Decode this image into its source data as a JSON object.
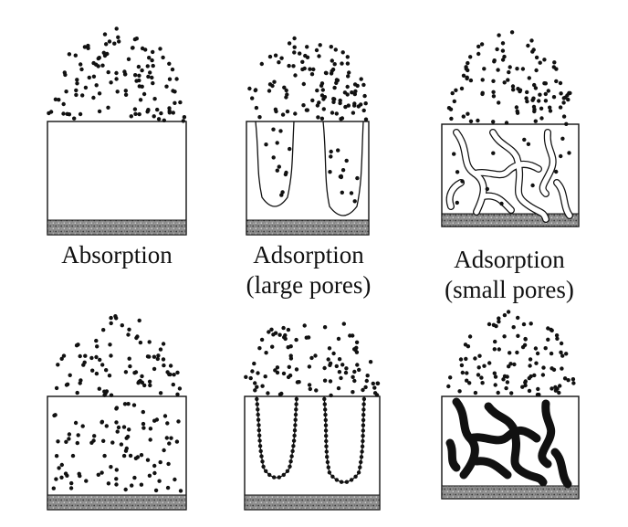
{
  "figure": {
    "panels": [
      {
        "id": "absorption",
        "caption_lines": [
          "Absorption"
        ]
      },
      {
        "id": "adsorption-large-pores",
        "caption_lines": [
          "Adsorption",
          "(large pores)"
        ]
      },
      {
        "id": "adsorption-small-pores",
        "caption_lines": [
          "Adsorption",
          "(small pores)"
        ]
      }
    ],
    "colors": {
      "ink": "#111111",
      "substrate": "#8c8c8c",
      "background": "#ffffff"
    }
  }
}
